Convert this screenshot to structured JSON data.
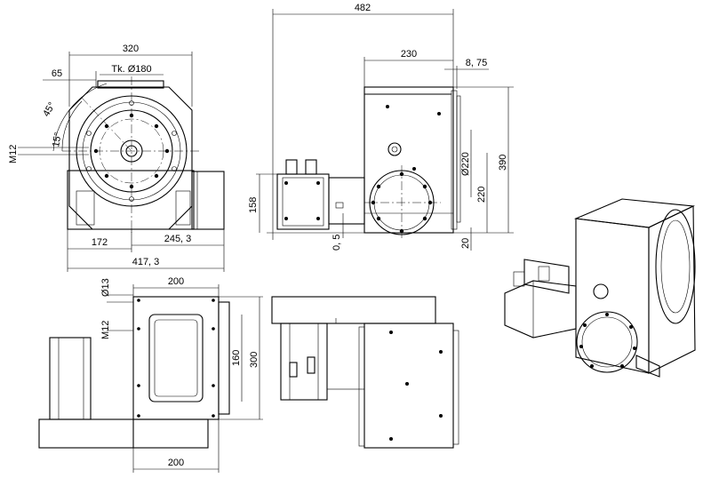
{
  "dimensions": {
    "d320": "320",
    "d65": "65",
    "tk180": "Tk. Ø180",
    "a45": "45°",
    "a15": "15°",
    "m12a": "M12",
    "d172": "172",
    "d245": "245, 3",
    "d417": "417, 3",
    "d482": "482",
    "d230": "230",
    "d875": "8, 75",
    "d158": "158",
    "d05": "0, 5",
    "d220dia": "Ø220",
    "d220": "220",
    "d390": "390",
    "d20": "20",
    "d200top": "200",
    "d13": "Ø13",
    "m12b": "M12",
    "d160": "160",
    "d300": "300",
    "d200bot": "200"
  }
}
